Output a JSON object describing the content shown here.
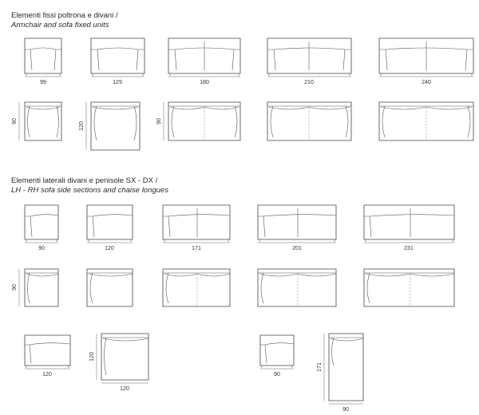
{
  "section_fixed": {
    "title_it": "Elementi fissi poltrona e divani /",
    "title_en": "Armchair and sofa fixed units",
    "front_widths": [
      "99",
      "129",
      "180",
      "210",
      "240"
    ],
    "plan_depths": [
      "90",
      "120",
      "90"
    ]
  },
  "section_side": {
    "title_it": "Elementi laterali divani e penisole SX - DX /",
    "title_en": "LH - RH sofa side sections and chaise longues",
    "front_widths": [
      "90",
      "120",
      "171",
      "201",
      "231"
    ],
    "plan_depth": "90",
    "chaise_120": {
      "width": "120",
      "depth": "120"
    },
    "chaise_90": {
      "width": "90",
      "depth": "171"
    },
    "small_front_widths": [
      "120",
      "90"
    ]
  }
}
